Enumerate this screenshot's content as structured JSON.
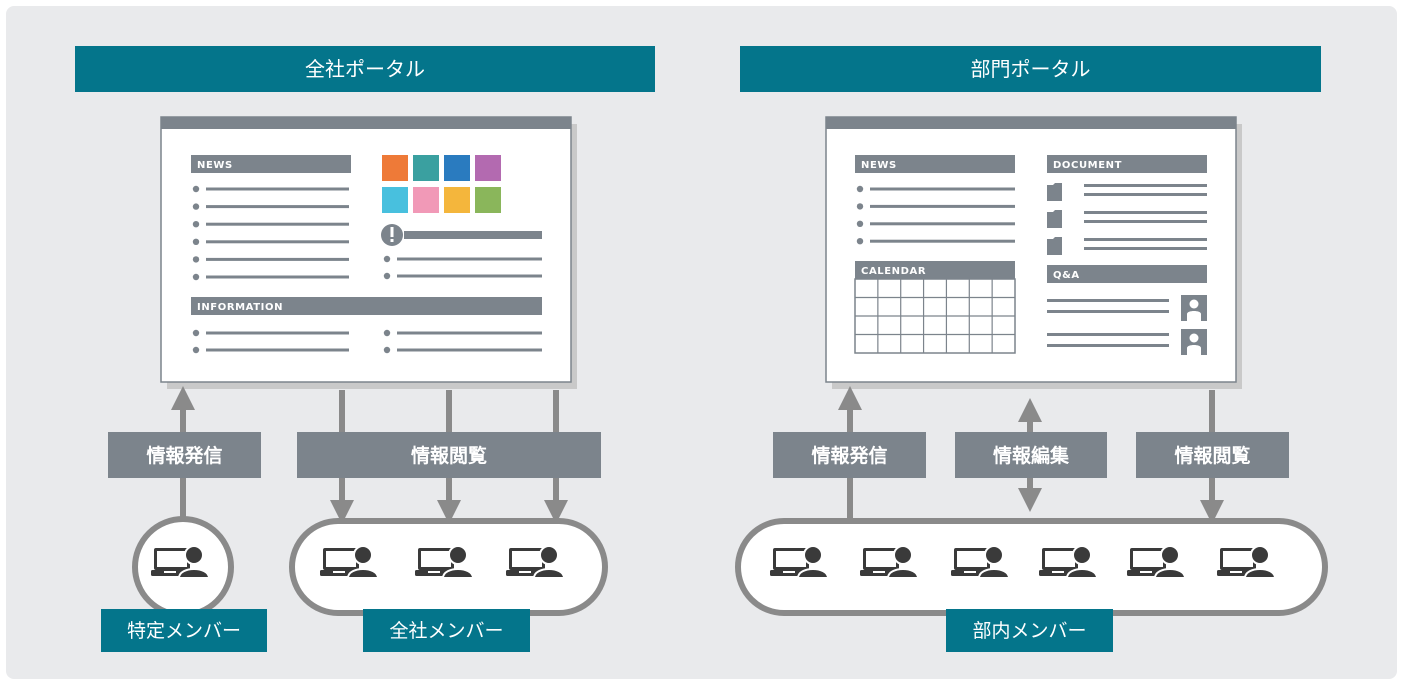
{
  "colors": {
    "background": "#e9eaec",
    "teal": "#04758b",
    "gray_dark": "#7c848c",
    "gray_line": "#8a8a8a",
    "icon_dark": "#3a3a3a",
    "white": "#ffffff"
  },
  "left_portal": {
    "title": "全社ポータル",
    "news_label": "NEWS",
    "information_label": "INFORMATION",
    "alert_icon": "exclamation-circle-icon",
    "tile_colors": [
      "#ee7a38",
      "#3aa0a0",
      "#2a7bbf",
      "#b36ab0",
      "#48c0de",
      "#f199b7",
      "#f4b63c",
      "#8ab65b"
    ],
    "actions": {
      "send": "情報発信",
      "view": "情報閲覧"
    },
    "groups": {
      "specific": "特定メンバー",
      "company": "全社メンバー"
    }
  },
  "right_portal": {
    "title": "部門ポータル",
    "news_label": "NEWS",
    "document_label": "DOCUMENT",
    "calendar_label": "CALENDAR",
    "qa_label": "Q&A",
    "folder_icon": "folder-icon",
    "person_icon": "user-icon",
    "actions": {
      "send": "情報発信",
      "edit": "情報編集",
      "view": "情報閲覧"
    },
    "group": "部内メンバー"
  },
  "member_icon": "laptop-user-icon"
}
